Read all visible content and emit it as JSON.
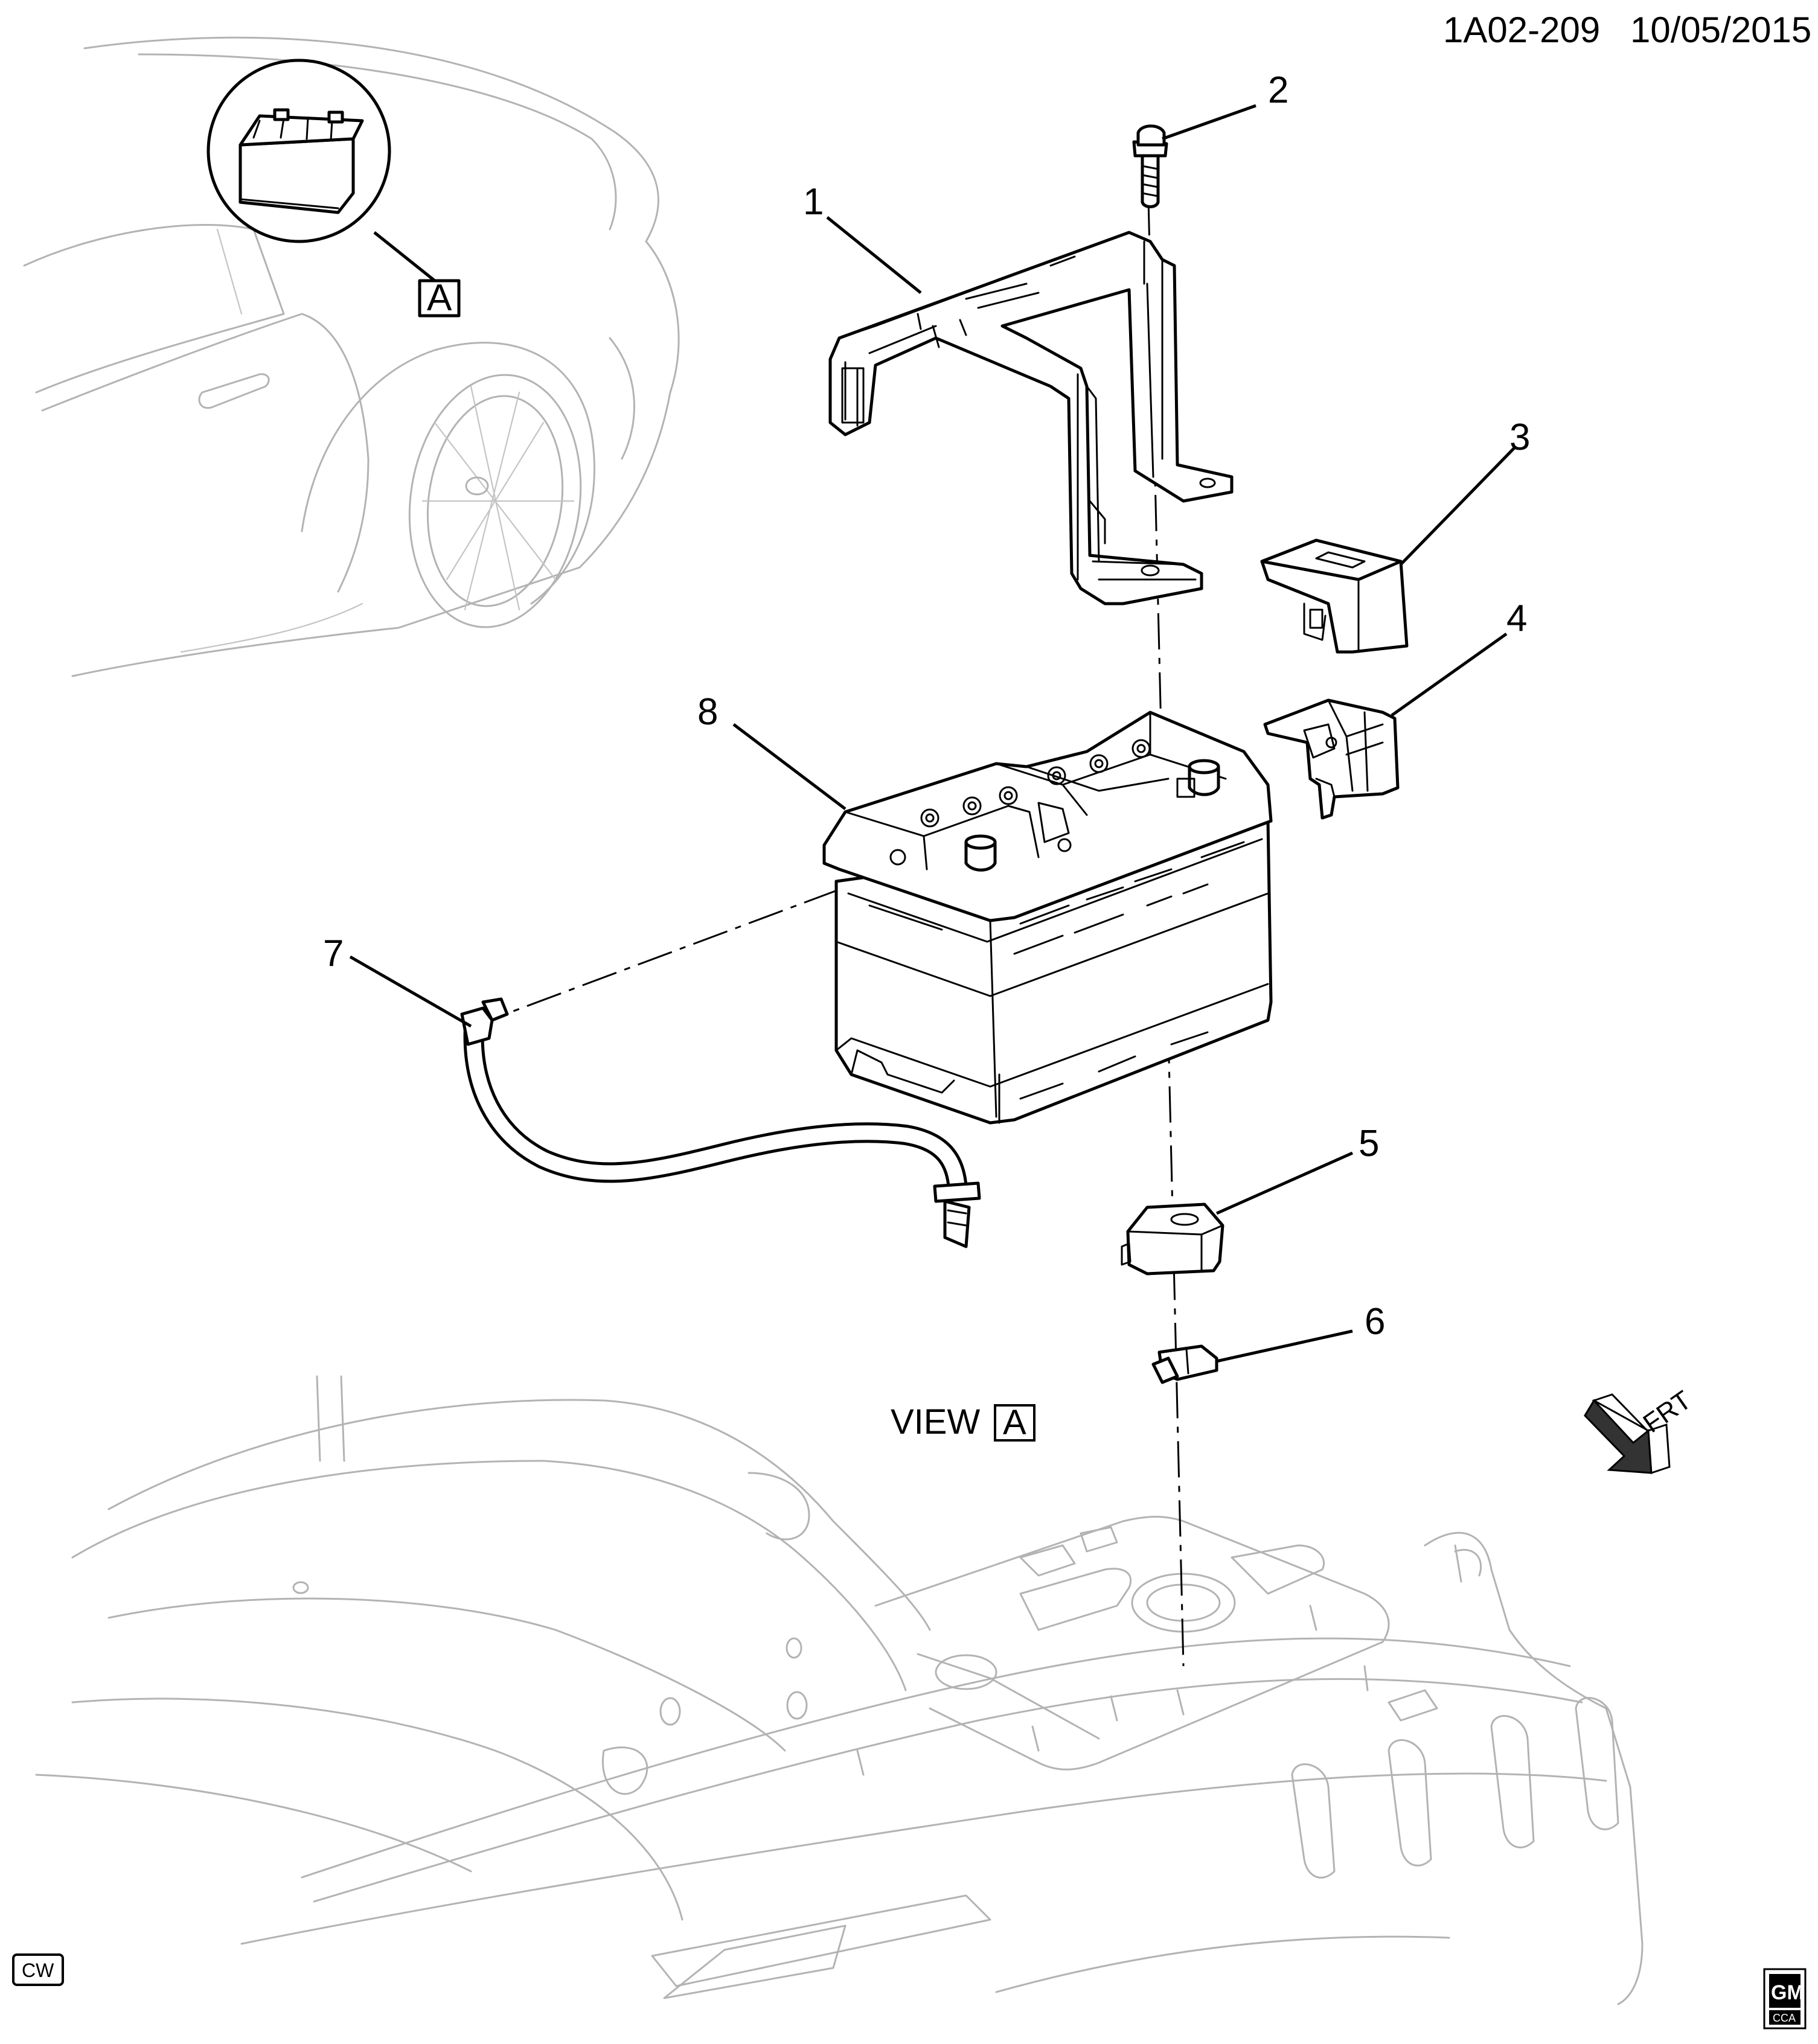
{
  "header": {
    "code": "1A02-209",
    "date": "10/05/2015"
  },
  "view_label": {
    "word": "VIEW",
    "tag": "A"
  },
  "inset_tag": "A",
  "callouts": [
    {
      "id": "1",
      "part": "hold-down-bracket"
    },
    {
      "id": "2",
      "part": "bolt"
    },
    {
      "id": "3",
      "part": "terminal-cover"
    },
    {
      "id": "4",
      "part": "terminal-cover-bracket"
    },
    {
      "id": "5",
      "part": "retainer"
    },
    {
      "id": "6",
      "part": "clip"
    },
    {
      "id": "7",
      "part": "vent-tube"
    },
    {
      "id": "8",
      "part": "battery"
    }
  ],
  "direction_arrow": "FRT",
  "badges": {
    "cw": "CW",
    "gm": "GM",
    "cca": "CCA"
  },
  "colors": {
    "ink": "#000000",
    "ghost": "#b3b3b3",
    "background": "#ffffff"
  }
}
